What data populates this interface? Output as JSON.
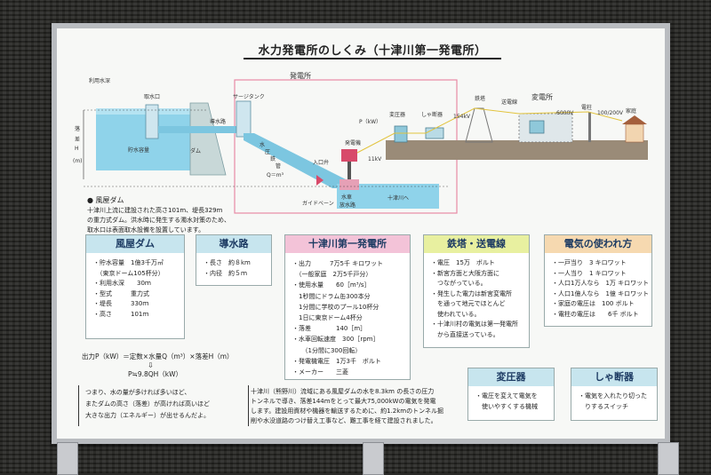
{
  "title": "水力発電所のしくみ（十津川第一発電所）",
  "diagram": {
    "power_plant": "発電所",
    "intake_depth": "利用水深",
    "intake": "取水口",
    "reservoir": "貯水容量",
    "dam": "ダム",
    "head_label": [
      "落",
      "差",
      "H",
      "(m)"
    ],
    "surge_tank": "サージタンク",
    "headrace": "導水路",
    "penstock": [
      "水",
      "圧",
      "鉄",
      "管"
    ],
    "flow_label": "Q＝m³",
    "inlet_valve": "入口弁",
    "guide_vane": "ガイドベーン",
    "generator": "発電機",
    "kw_label": "P（kW）",
    "kv_11": "11kV",
    "turbine": "水車",
    "tailrace": "放水路",
    "to_river": "十津川へ",
    "transformer": "変圧器",
    "breaker": "しゃ断器",
    "kv_154": "154kV",
    "tower": "鉄塔",
    "line": "送電線",
    "substation": "変電所",
    "v6000": "6000V",
    "pole": "電柱",
    "v100_200": "100/200V",
    "house": "家庭"
  },
  "dam_note": {
    "head": "● 風屋ダム",
    "lines": [
      "十津川上流に建設された高さ101m、堤長329m",
      "の重力式ダム。洪水時に発生する濁水対策のため、",
      "取水口は表面取水設備を設置しています。"
    ]
  },
  "box_dam": {
    "title": "風屋ダム",
    "items": [
      "・貯水容量　1億3千万㎥",
      "　（東京ドーム105杯分）",
      "・利用水深　　30ｍ",
      "・型式　　　重力式",
      "・堤長　　　330ｍ",
      "・高さ　　　101ｍ"
    ]
  },
  "box_headrace": {
    "title": "導水路",
    "items": [
      "・長さ　約８km",
      "・内径　約５ｍ"
    ]
  },
  "box_plant": {
    "title": "十津川第一発電所",
    "items": [
      "・出力　　　7万5千 キロワット",
      "　（一般家庭　2万5千戸分）",
      "・使用水量　　60［m³/s］",
      "　1秒間にドラム缶300本分",
      "　1分間に学校のプール10杯分",
      "　1日に東京ドーム4杯分",
      "・落差　　　　140［m］",
      "・水車回転速度　300［rpm］",
      "　　（1分間に300回転）",
      "・発電機電圧　1万3千　ボルト",
      "・メーカー　　三菱"
    ]
  },
  "box_tower": {
    "title": "鉄塔・送電線",
    "items": [
      "・電圧　15万　ボルト",
      "・新宮方面と大阪方面に",
      "　つながっている。",
      "・発生した電力は新宮変電所",
      "　を通って地元でほとんど",
      "　使われている。",
      "・十津川村の電気は第一発電所",
      "　から直接送っている。"
    ]
  },
  "box_usage": {
    "title": "電気の使われ方",
    "items": [
      "・一戸当り　3 キロワット",
      "・一人当り　1 キロワット",
      "・人口1万人なら　1万 キロワット",
      "・人口1億人なら　1億 キロワット",
      "・家庭の電圧は　100 ボルト",
      "・電柱の電圧は　　6千 ボルト"
    ]
  },
  "box_transformer": {
    "title": "変圧器",
    "items": [
      "・電圧を変えて電気を",
      "　使いやすくする機械"
    ]
  },
  "box_breaker": {
    "title": "しゃ断器",
    "items": [
      "・電気を入れたり切った",
      "　りするスイッチ"
    ]
  },
  "formula": {
    "line1": "出力P（kW）＝定数×水量Q（m³）×落差H（m）",
    "arrow": "⇩",
    "line2": "P≒9.8QH（kW）"
  },
  "explain": [
    "つまり、水の量が多ければ多いほど、",
    "またダムの高さ（落差）が高ければ高いほど",
    "大きな出力（エネルギー）が出せるんだよ。"
  ],
  "bottom_text": [
    "十津川（熊野川）流域にある風屋ダムの水を8.3km の長さの圧力",
    "トンネルで導き、落差144mをとって最大75,000kWの電気を発電",
    "します。建設用資材や機器を輸送するために、約1.2kmのトンネル掘",
    "削や水没道路のつけ替え工事など、難工事を経て建設されました。"
  ],
  "colors": {
    "water": "#8fd3ea",
    "water_dark": "#5bb6d8",
    "pipe": "#7cc6e0",
    "dam": "#c8d8d8",
    "ground": "#9a8b78",
    "dam_box": "#c7e5ee",
    "headrace_box": "#c7e5ee",
    "plant_box": "#f3c3d8",
    "tower_box": "#e8f0a0",
    "usage_box": "#f6d9b0",
    "transformer_box": "#c7e5ee",
    "breaker_box": "#c7e5ee",
    "pink_outline": "#e88aa5"
  }
}
